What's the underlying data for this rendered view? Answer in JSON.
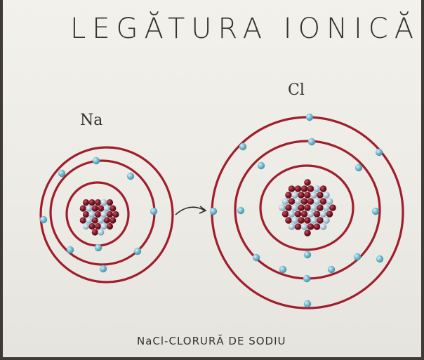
{
  "title": "LEGĂTURA IONICĂ",
  "atoms": {
    "left_label": "Na",
    "right_label": "Cl"
  },
  "caption": "NaCl-CLORURĂ DE SODIU",
  "colors": {
    "orbit": "#a11d2b",
    "electron": "#6fb7cc",
    "proton": "#7a1523",
    "neutron": "#aac7d6"
  }
}
